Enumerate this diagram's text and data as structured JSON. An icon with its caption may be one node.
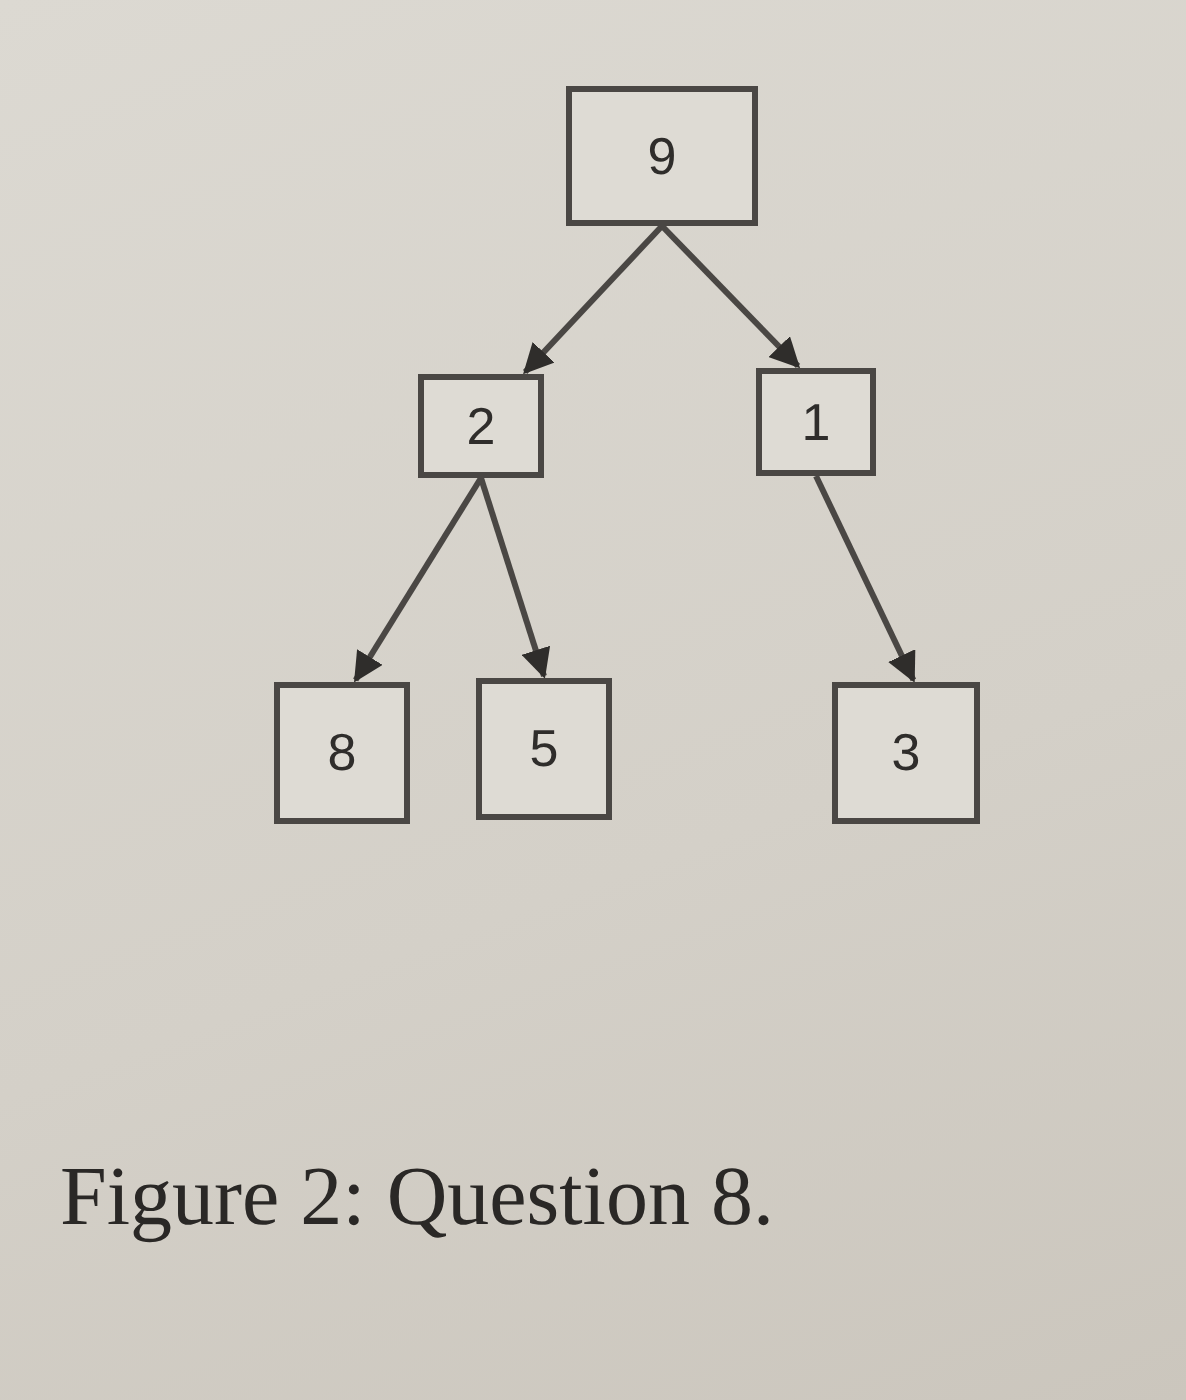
{
  "diagram": {
    "caption": "Figure 2: Question 8.",
    "nodes": [
      {
        "text": [
          "9"
        ]
      },
      {
        "text": [
          "2"
        ]
      },
      {
        "text": [
          "1"
        ]
      },
      {
        "text": [
          "8"
        ]
      },
      {
        "text": [
          "5"
        ]
      },
      {
        "text": [
          "3"
        ]
      }
    ],
    "edges": [
      {
        "from": 0,
        "to": 1,
        "arrow": "to"
      },
      {
        "from": 0,
        "to": 2,
        "arrow": "to"
      },
      {
        "from": 1,
        "to": 3,
        "arrow": "to"
      },
      {
        "from": 1,
        "to": 4,
        "arrow": "to"
      },
      {
        "from": 2,
        "to": 5,
        "arrow": "to"
      }
    ]
  }
}
